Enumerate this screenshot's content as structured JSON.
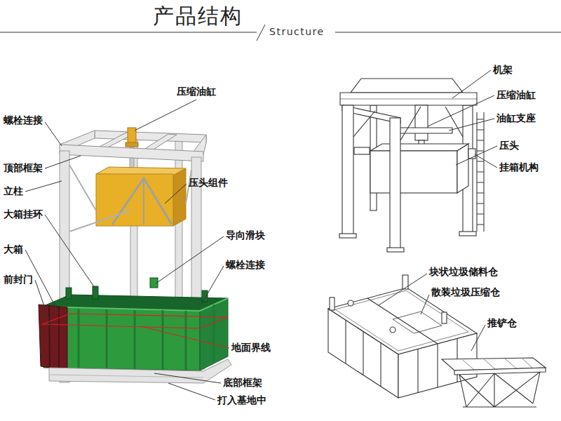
{
  "diagram": {
    "title": "产品结构",
    "labels": [
      "Structure",
      "压缩油缸",
      "螺栓连接",
      "顶部框架",
      "立柱",
      "压头组件",
      "大箱挂环",
      "导向滑块",
      "大箱",
      "螺栓连接",
      "前封门",
      "地面界线",
      "底部框架",
      "打入基地中",
      "机架",
      "压缩油缸",
      "油缸支座",
      "压头",
      "挂箱机构",
      "块状垃圾储料仓",
      "散装垃圾压缩仓",
      "推铲仓"
    ]
  }
}
